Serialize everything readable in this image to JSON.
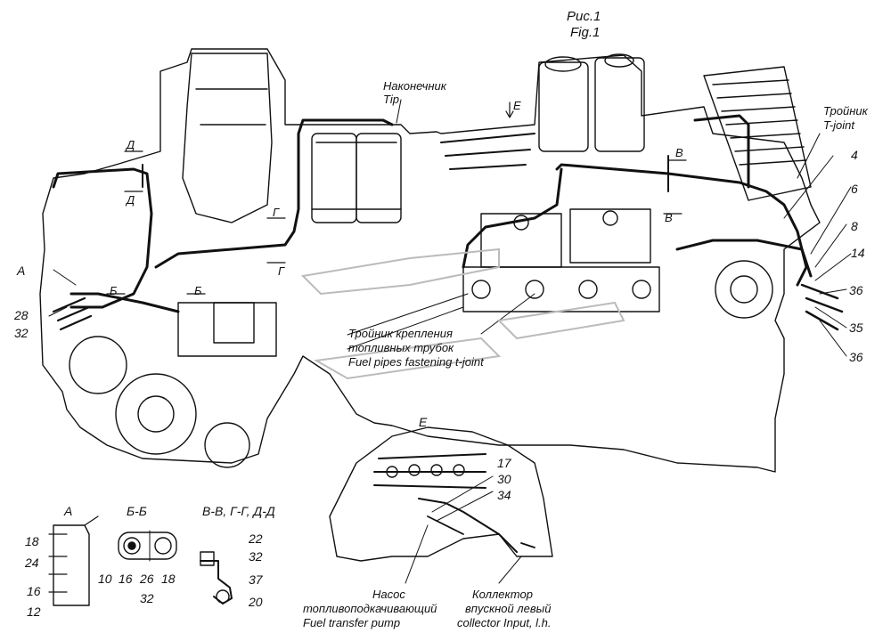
{
  "title": {
    "ru": "Рис.1",
    "en": "Fig.1"
  },
  "callouts": {
    "tip": {
      "ru": "Наконечник",
      "en": "Tip"
    },
    "tjoint": {
      "ru": "Тройник",
      "en": "T-joint"
    },
    "fastening": {
      "ru1": "Тройник крепления",
      "ru2": "топливных трубок",
      "en": "Fuel pipes fastening t-joint"
    },
    "pump": {
      "ru1": "Насос",
      "ru2": "топливоподкачивающий",
      "en": "Fuel transfer pump"
    },
    "collector": {
      "ru1": "Коллектор",
      "ru2": "впускной левый",
      "en": "collector Input, l.h."
    }
  },
  "views": {
    "E_arrow": "Е",
    "E_detail": "Е",
    "A_side": "А",
    "A_detail": "А",
    "BB_detail": "Б-Б",
    "combo_detail": "В-В, Г-Г, Д-Д",
    "D_top": "Д",
    "D_bottom": "Д",
    "G_top": "Г",
    "G_bottom": "Г",
    "B_left": "Б",
    "B_right": "Б",
    "V_top": "В",
    "V_bottom": "В"
  },
  "numbers": {
    "n4": "4",
    "n6": "6",
    "n8": "8",
    "n14": "14",
    "n36a": "36",
    "n35": "35",
    "n36b": "36",
    "n28": "28",
    "n32a": "32",
    "n17": "17",
    "n30": "30",
    "n34": "34",
    "a18": "18",
    "a24": "24",
    "a16": "16",
    "a12": "12",
    "b10": "10",
    "b16": "16",
    "b26": "26",
    "b18": "18",
    "b32": "32",
    "c22": "22",
    "c32": "32",
    "c37": "37",
    "c20": "20"
  }
}
